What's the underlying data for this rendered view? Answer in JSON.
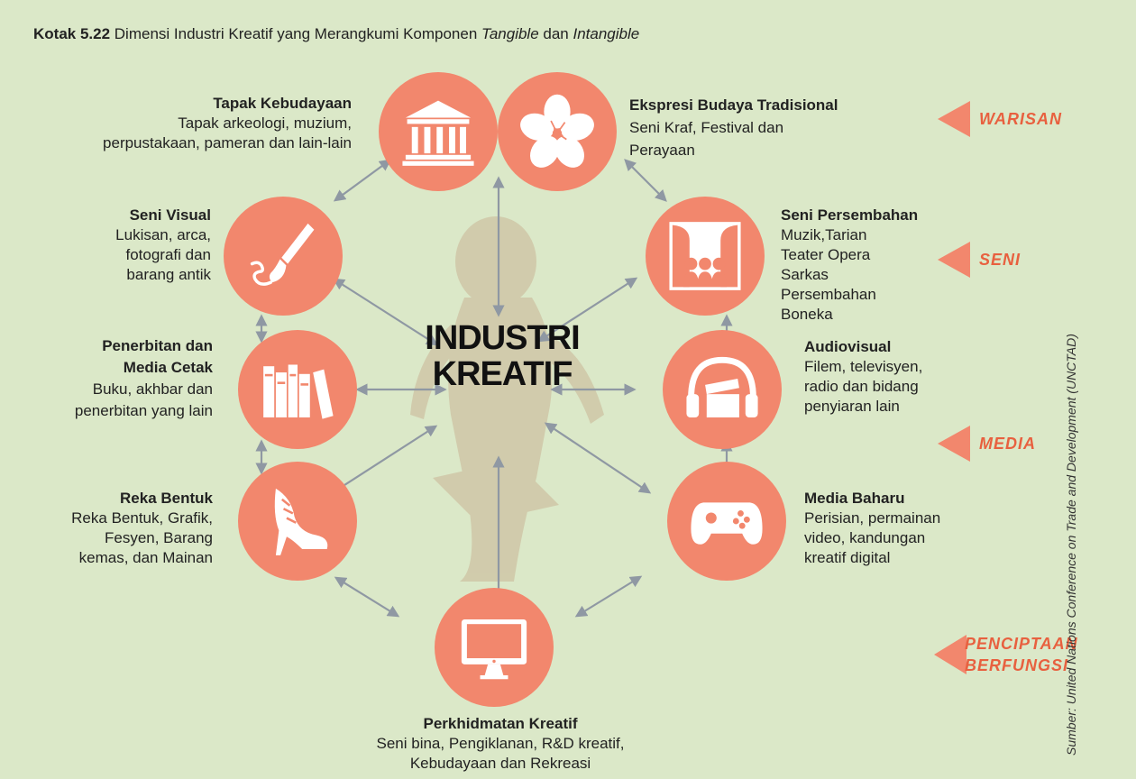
{
  "caption": {
    "label": "Kotak 5.22",
    "text_a": " Dimensi Industri Kreatif yang Merangkumi Komponen ",
    "tangible": "Tangible",
    "text_b": " dan ",
    "intangible": "Intangible"
  },
  "center": {
    "line1": "INDUSTRI",
    "line2": "KREATIF"
  },
  "nodes": {
    "tapak": {
      "title": "Tapak Kebudayaan",
      "desc1": "Tapak arkeologi, muzium,",
      "desc2": "perpustakaan, pameran dan lain-lain",
      "icon": "museum-icon"
    },
    "ekspresi": {
      "title": "Ekspresi Budaya Tradisional",
      "desc1": "Seni Kraf, Festival dan",
      "desc2": "Perayaan",
      "icon": "flower-icon"
    },
    "seni_visual": {
      "title": "Seni Visual",
      "desc1": "Lukisan, arca,",
      "desc2": "fotografi dan",
      "desc3": "barang antik",
      "icon": "paintbrush-icon"
    },
    "seni_persembahan": {
      "title": "Seni Persembahan",
      "desc1": "Muzik,Tarian",
      "desc2": "Teater Opera",
      "desc3": "Sarkas",
      "desc4": "Persembahan",
      "desc5": "Boneka",
      "icon": "theater-icon"
    },
    "penerbitan": {
      "title1": "Penerbitan dan",
      "title2": "Media Cetak",
      "desc1": "Buku, akhbar dan",
      "desc2": "penerbitan yang lain",
      "icon": "books-icon"
    },
    "audiovisual": {
      "title": "Audiovisual",
      "desc1": "Filem, televisyen,",
      "desc2": "radio dan bidang",
      "desc3": "penyiaran lain",
      "icon": "headphones-clapper-icon"
    },
    "reka_bentuk": {
      "title": "Reka Bentuk",
      "desc1": "Reka Bentuk, Grafik,",
      "desc2": "Fesyen, Barang",
      "desc3": "kemas, dan Mainan",
      "icon": "shoe-icon"
    },
    "media_baharu": {
      "title": "Media Baharu",
      "desc1": "Perisian, permainan",
      "desc2": "video, kandungan",
      "desc3": "kreatif digital",
      "icon": "gamepad-icon"
    },
    "perkhidmatan": {
      "title": "Perkhidmatan Kreatif",
      "desc1": "Seni bina, Pengiklanan, R&D kreatif,",
      "desc2": "Kebudayaan dan Rekreasi",
      "icon": "monitor-icon"
    }
  },
  "categories": {
    "warisan": "WARISAN",
    "seni": "SENI",
    "media": "MEDIA",
    "penciptaan1": "PENCIPTAAN",
    "penciptaan2": "BERFUNGSI"
  },
  "source": "Sumber: United Nations Conference on Trade and Development (UNCTAD)",
  "colors": {
    "background": "#dbe8c8",
    "circle": "#f2876d",
    "category": "#e8603f",
    "arrow": "#8f98a3"
  }
}
